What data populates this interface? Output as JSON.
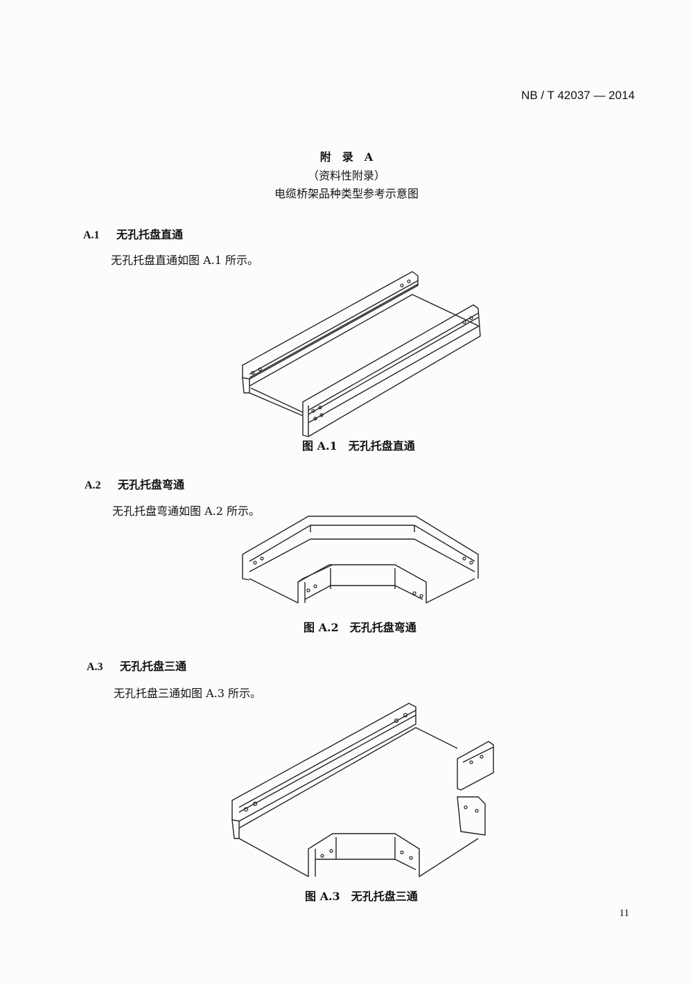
{
  "header": {
    "standard_no": "NB / T 42037 — 2014"
  },
  "title": {
    "line1": "附　录　A",
    "line2": "（资料性附录）",
    "line3": "电缆桥架品种类型参考示意图"
  },
  "sections": [
    {
      "number": "A.1",
      "heading": "无孔托盘直通",
      "text": "无孔托盘直通如图 A.1 所示。",
      "caption": "图 A.1　无孔托盘直通"
    },
    {
      "number": "A.2",
      "heading": "无孔托盘弯通",
      "text": "无孔托盘弯通如图 A.2 所示。",
      "caption": "图 A.2　无孔托盘弯通"
    },
    {
      "number": "A.3",
      "heading": "无孔托盘三通",
      "text": "无孔托盘三通如图 A.3 所示。",
      "caption": "图 A.3　无孔托盘三通"
    }
  ],
  "page_number": "11"
}
